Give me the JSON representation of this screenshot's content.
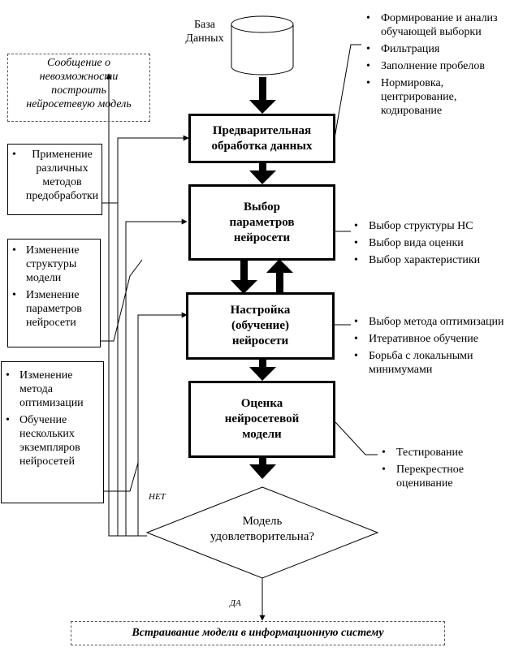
{
  "database": {
    "label_line1": "База",
    "label_line2": "Данных"
  },
  "failure_message": {
    "line1": "Сообщение о",
    "line2": "невозможности",
    "line3": "построить",
    "line4": "нейросетевую модель"
  },
  "stages": [
    {
      "line1": "Предварительная",
      "line2": "обработка данных",
      "line3": ""
    },
    {
      "line1": "Выбор",
      "line2": "параметров",
      "line3": "нейросети"
    },
    {
      "line1": "Настройка",
      "line2": "(обучение)",
      "line3": "нейросети"
    },
    {
      "line1": "Оценка",
      "line2": "нейросетевой",
      "line3": "модели"
    }
  ],
  "decision": {
    "line1": "Модель",
    "line2": "удовлетворительна?",
    "no_label": "НЕТ",
    "yes_label": "ДА"
  },
  "final": {
    "label": "Встраивание модели в информационную систему"
  },
  "right_notes": {
    "preprocessing": [
      "Формирование и анализ обучающей выборки",
      "Фильтрация",
      "Заполнение пробелов",
      "Нормировка, центрирование, кодирование"
    ],
    "parameters": [
      "Выбор структуры НС",
      "Выбор вида оценки",
      "Выбор характеристики"
    ],
    "training": [
      "Выбор метода оптимизации",
      "Итеративное обучение",
      "Борьба с локальными минимумами"
    ],
    "evaluation": [
      "Тестирование",
      "Перекрестное оценивание"
    ]
  },
  "left_notes": {
    "box1": [
      "Применение различных методов предобработки"
    ],
    "box2": [
      "Изменение структуры модели",
      "Изменение параметров нейросети"
    ],
    "box3": [
      "Изменение метода оптимизации",
      "Обучение нескольких экземпляров нейросетей"
    ]
  },
  "bullet_char": "•"
}
